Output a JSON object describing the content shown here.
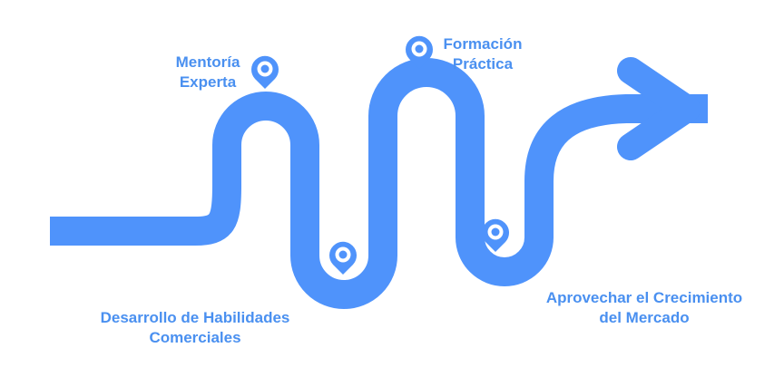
{
  "colors": {
    "road": "#4f93fb",
    "pin": "#4f93fb",
    "pin_hole": "#ffffff",
    "label": "#4a90f0",
    "background": "#ffffff"
  },
  "milestones": [
    {
      "line1": "Mentoría",
      "line2": "Experta",
      "icon": "location-pin-icon"
    },
    {
      "line1": "Formación",
      "line2": "Práctica",
      "icon": "location-pin-icon"
    },
    {
      "line1": "Desarrollo de Habilidades",
      "line2": "Comerciales",
      "icon": "location-pin-icon"
    },
    {
      "line1": "Aprovechar el Crecimiento",
      "line2": "del Mercado",
      "icon": "location-pin-icon"
    }
  ]
}
